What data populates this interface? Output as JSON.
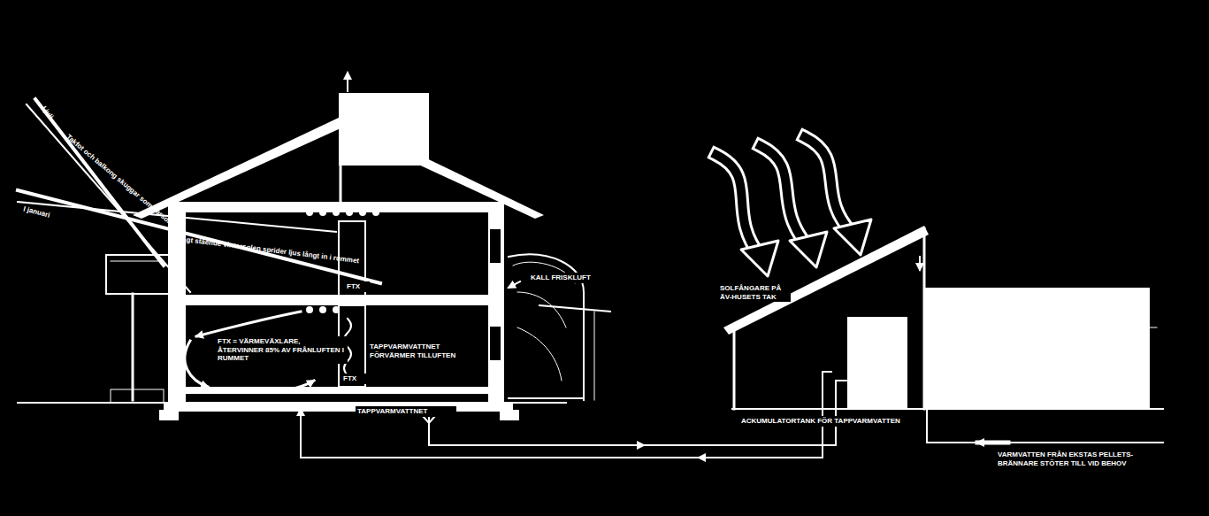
{
  "diagram": {
    "labels": [
      "I juli",
      "Takfot och balkong skuggar sommarsolen",
      "I januari",
      "Lågt stående vintersolen sprider ljus långt in i rummet",
      "FTX",
      "KALL FRISKLUFT",
      "FTX = VÄRMEVÄXLARE, ÅTERVINNER 85% AV FRÅNLUFTEN I RUMMET",
      "TAPPVARMVATTNET FÖRVÄRMER TILLUFTEN",
      "FTX",
      "TAPPVARMVATTNET",
      "SOLFÅNGARE PÅ ÄV-HUSETS TAK",
      "ACKUMULATORTANK FÖR TAPPVARMVATTEN",
      "VARMVATTEN FRÅN EKSTAS PELLETS-BRÄNNARE STÖTER TILL VID BEHOV"
    ]
  }
}
